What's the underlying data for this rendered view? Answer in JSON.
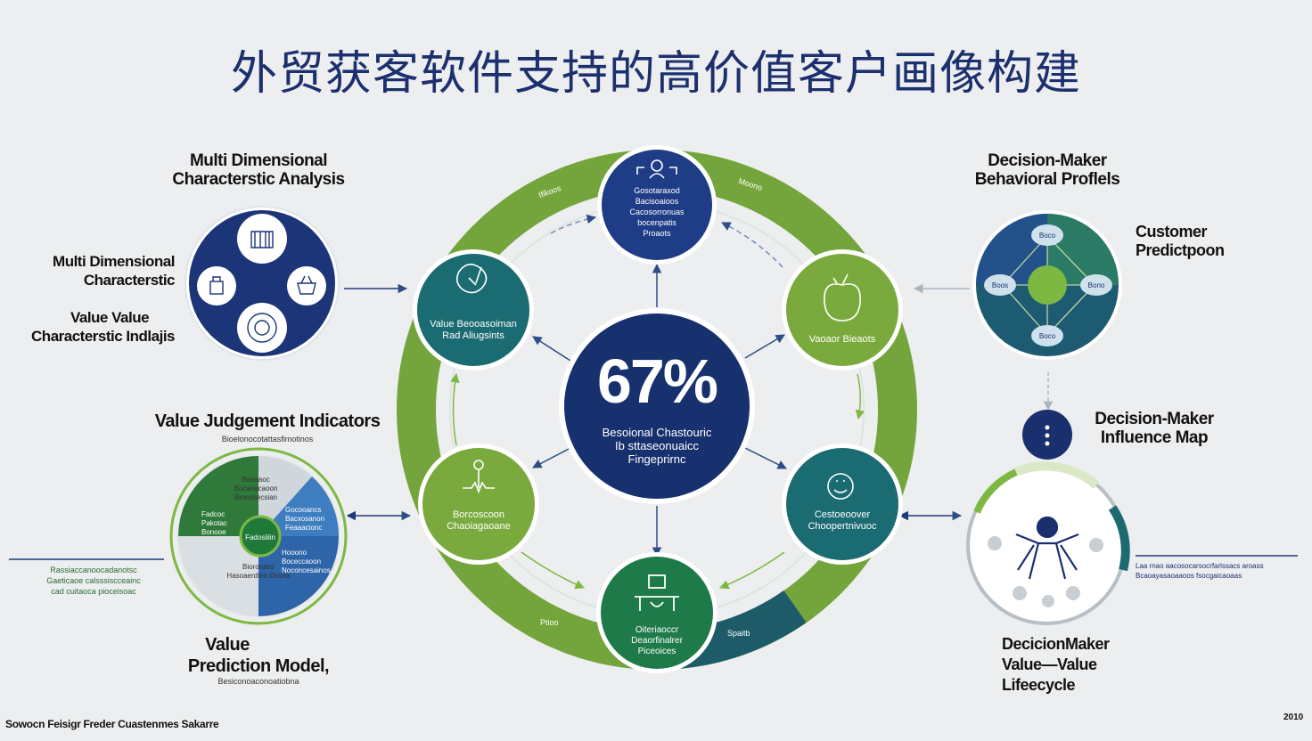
{
  "title": "外贸获客软件支持的高价值客户画像构建",
  "center": {
    "percent": "67%",
    "caption_lines": [
      "Besoional Chastouric",
      "Ib sttaseonuaicc",
      "Fingeprirnc"
    ]
  },
  "ring_labels": {
    "top_left": "Ifikoos",
    "top_right": "Moono",
    "bottom_left": "Ptioo",
    "bottom_right": "Spaitb"
  },
  "nodes": {
    "top": [
      "Gosotaraxod",
      "Bacisoaioos",
      "Cacosorronuas",
      "bocenpatis",
      "Proaots"
    ],
    "upper_left": [
      "Value Beooasoiman",
      "Rad Aliugsints"
    ],
    "upper_right": [
      "Vaoaor Bieaots"
    ],
    "lower_left": [
      "Borcoscoon",
      "Chaoiagaoane"
    ],
    "lower_right": [
      "Cestoeoover",
      "Choopertnivuoc"
    ],
    "bottom": [
      "Oiteriaoccr",
      "Deaorfinalrer",
      "Piceoices"
    ]
  },
  "left": {
    "mdca_title": [
      "Multi Dimensional",
      "Characterstic Analysis"
    ],
    "mdc_label": [
      "Multi Dimensional",
      "Characterstic"
    ],
    "vvc_label": [
      "Value Value",
      "Characterstic Indlajis"
    ],
    "vji_title": "Value Judgement Indicators",
    "vji_sub": "Bioelonocotattasfimotinos",
    "pie_segments": [
      "Baoaaoc Bocanacaoon Broossecsian",
      "Fadcoc Pakotac Bonooe",
      "Gocooancs Bacxosanon Feaaacionc",
      "Bioronaes Hasoaerdteo Dcona",
      "Hooono Boceccaoon Noconcesainos"
    ],
    "pie_center": "Fadosiiiin",
    "bottom_left_lines": [
      "Rassiaccanoocadanotsc",
      "Gaeticaoe calsssiscceainc",
      "cad cuitaoca pioceisoac"
    ],
    "vpm_title": [
      "Value",
      "Prediction Model,"
    ],
    "vpm_sub": "Besiconoaconoatiobna"
  },
  "right": {
    "dmbp_title": [
      "Decision-Maker",
      "Behavioral Proflels"
    ],
    "cp_label": [
      "Customer",
      "Predictpoon"
    ],
    "network_nodes": [
      "Boco",
      "Boos",
      "Bono",
      "Boco"
    ],
    "dmim_label": [
      "Decision-Maker",
      "Influence Map"
    ],
    "right_lines": [
      "Laa rnao aacosocarsocrfarlssacs aroass",
      "Bcaoayasaoaaoos fsocgaicaoaas"
    ],
    "dmvl_title": [
      "DecicionMaker",
      "Value—Value",
      "Lifeecycle"
    ]
  },
  "footer": {
    "source": "Sowocn Feisigr Freder Cuastenmes Sakarre",
    "year": "2010"
  },
  "colors": {
    "navy": "#1f3a7a",
    "teal": "#1b6b72",
    "green": "#6b9a3a",
    "dark_teal": "#1a5a66",
    "light_green": "#7db843"
  }
}
